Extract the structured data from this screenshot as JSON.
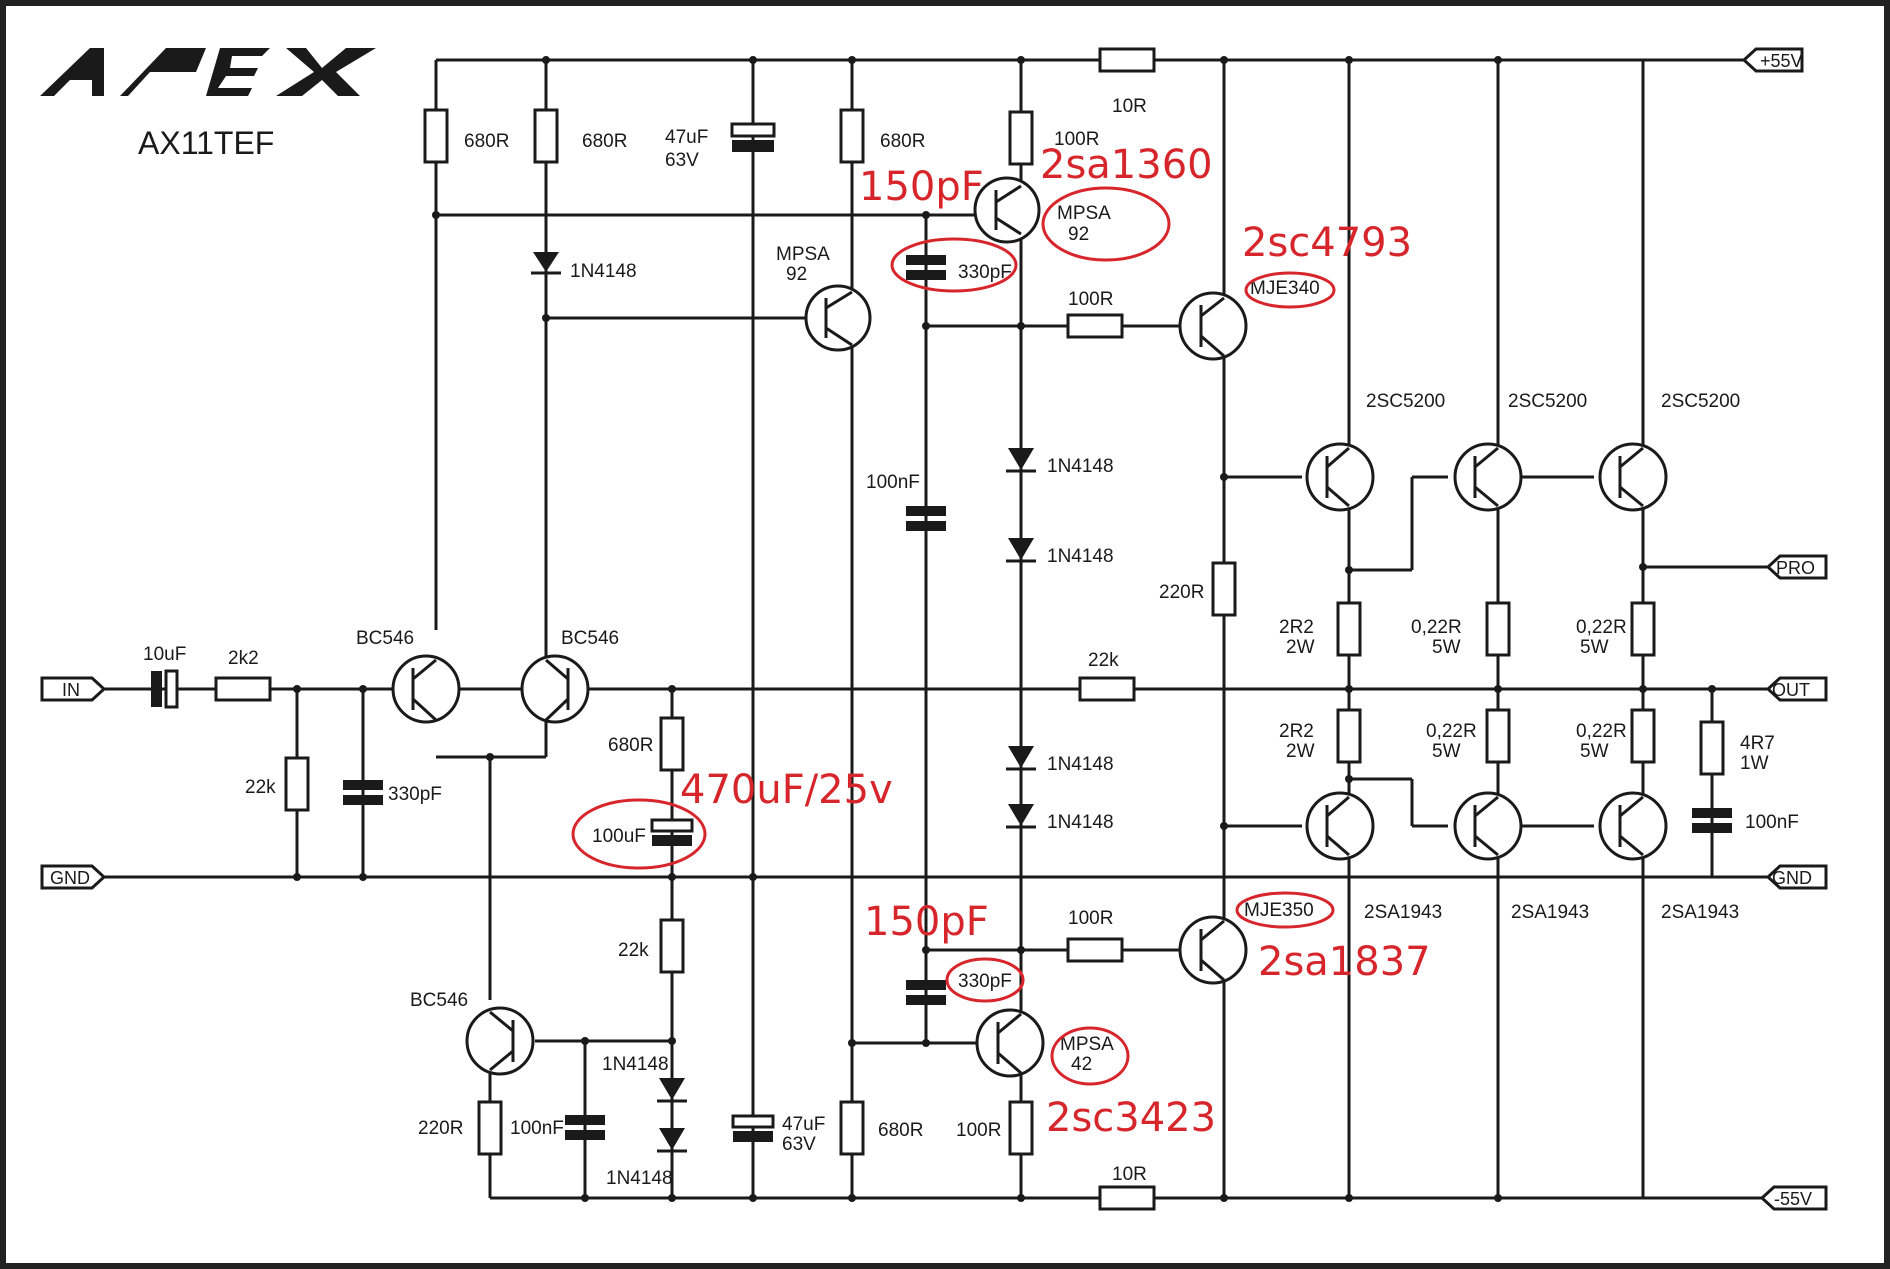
{
  "header": {
    "brand": "APEX",
    "model": "AX11TEF"
  },
  "ports": {
    "vplus": "+55V",
    "vminus": "-55V",
    "in": "IN",
    "out": "OUT",
    "gnd_left": "GND",
    "gnd_right": "GND",
    "pro": "PRO"
  },
  "labels": {
    "r_680_a": "680R",
    "r_680_b": "680R",
    "cap_47uf_top": "47uF",
    "cap_63v_top": "63V",
    "r_680_c": "680R",
    "r_100_top": "100R",
    "r_10_top": "10R",
    "mpsa92_a_1": "MPSA",
    "mpsa92_a_2": "92",
    "mpsa92_b_1": "MPSA",
    "mpsa92_b_2": "92",
    "cap_330_top": "330pF",
    "d_1n4148_top": "1N4148",
    "r_100_mid": "100R",
    "mje340": "MJE340",
    "cap_100nf_mid": "100nF",
    "d_1n4148_b": "1N4148",
    "d_1n4148_c": "1N4148",
    "r_220_mid": "220R",
    "q_2sc5200_a": "2SC5200",
    "q_2sc5200_b": "2SC5200",
    "q_2sc5200_c": "2SC5200",
    "r_2r2_a_1": "2R2",
    "r_2r2_a_2": "2W",
    "r_022_a_1": "0,22R",
    "r_022_a_2": "5W",
    "r_022_b_1": "0,22R",
    "r_022_b_2": "5W",
    "cap_10uf": "10uF",
    "r_2k2": "2k2",
    "q_bc546_a": "BC546",
    "q_bc546_b": "BC546",
    "r_22k_fb": "22k",
    "r_22k_in": "22k",
    "cap_330_in": "330pF",
    "r_680_d": "680R",
    "cap_100uf": "100uF",
    "d_1n4148_d": "1N4148",
    "d_1n4148_e": "1N4148",
    "r_2r2_b_1": "2R2",
    "r_2r2_b_2": "2W",
    "r_022_c_1": "0,22R",
    "r_022_c_2": "5W",
    "r_022_d_1": "0,22R",
    "r_022_d_2": "5W",
    "r_4r7_1": "4R7",
    "r_4r7_2": "1W",
    "cap_100nf_out": "100nF",
    "mje350": "MJE350",
    "q_2sa1943_a": "2SA1943",
    "q_2sa1943_b": "2SA1943",
    "q_2sa1943_c": "2SA1943",
    "r_100_low": "100R",
    "r_22k_low": "22k",
    "q_bc546_c": "BC546",
    "cap_330_low": "330pF",
    "mpsa42_1": "MPSA",
    "mpsa42_2": "42",
    "d_1n4148_f": "1N4148",
    "d_1n4148_g": "1N4148",
    "r_220_low": "220R",
    "cap_100nf_low": "100nF",
    "cap_47uf_low": "47uF",
    "cap_63v_low": "63V",
    "r_680_e": "680R",
    "r_100_bot": "100R",
    "r_10_bot": "10R"
  },
  "annotations": {
    "pf150_top": "150pF",
    "sa1360": "2sa1360",
    "sc4793": "2sc4793",
    "uf470": "470uF/25v",
    "pf150_low": "150pF",
    "sa1837": "2sa1837",
    "sc3423": "2sc3423"
  },
  "colors": {
    "ink": "#1a1a1a",
    "annotation": "#d7262b",
    "background": "#ffffff"
  }
}
